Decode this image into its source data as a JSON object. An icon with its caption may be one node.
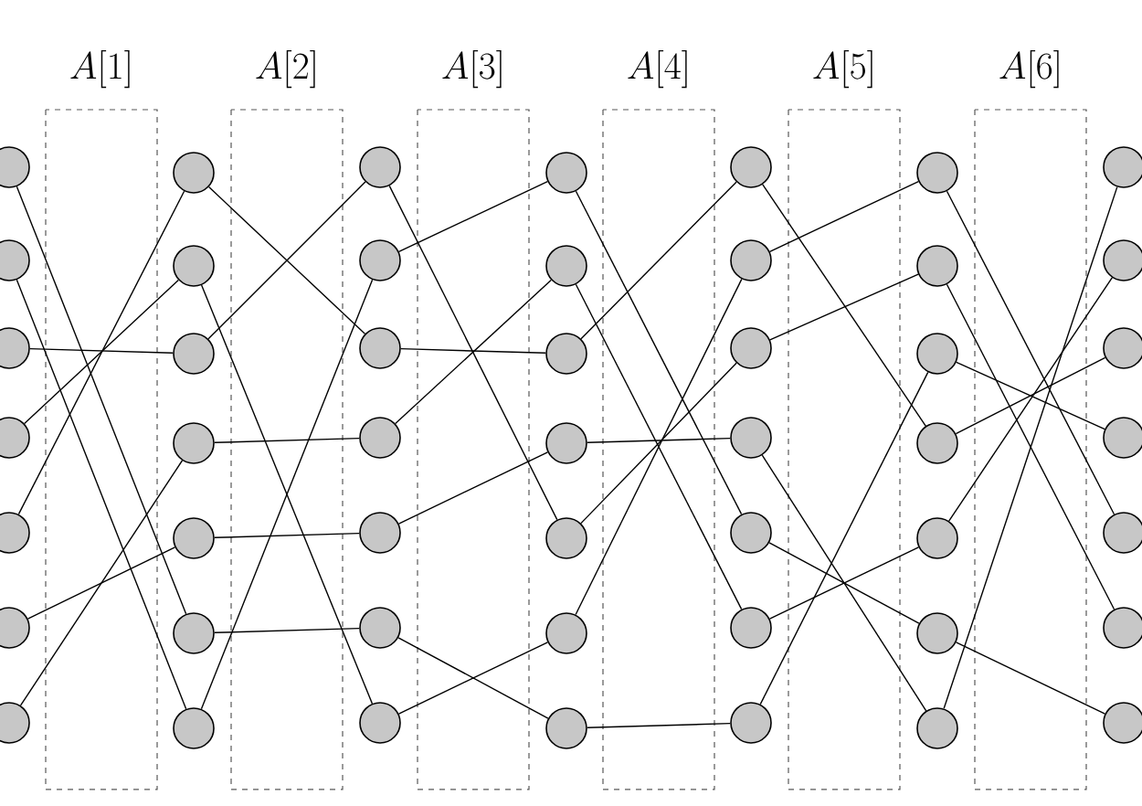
{
  "diagram": {
    "nodes": [
      {
        "text": [],
        "shape": "circle"
      },
      {
        "text": [],
        "shape": "circle"
      },
      {
        "text": [],
        "shape": "circle"
      },
      {
        "text": [],
        "shape": "circle"
      },
      {
        "text": [],
        "shape": "circle"
      },
      {
        "text": [],
        "shape": "circle"
      },
      {
        "text": [],
        "shape": "circle"
      },
      {
        "text": [],
        "shape": "circle"
      },
      {
        "text": [],
        "shape": "circle"
      },
      {
        "text": [],
        "shape": "circle"
      },
      {
        "text": [],
        "shape": "circle"
      },
      {
        "text": [],
        "shape": "circle"
      },
      {
        "text": [],
        "shape": "circle"
      },
      {
        "text": [],
        "shape": "circle"
      },
      {
        "text": [],
        "shape": "circle"
      },
      {
        "text": [],
        "shape": "circle"
      },
      {
        "text": [],
        "shape": "circle"
      },
      {
        "text": [],
        "shape": "circle"
      },
      {
        "text": [],
        "shape": "circle"
      },
      {
        "text": [],
        "shape": "circle"
      },
      {
        "text": [],
        "shape": "circle"
      },
      {
        "text": [],
        "shape": "circle"
      },
      {
        "text": [],
        "shape": "circle"
      },
      {
        "text": [],
        "shape": "circle"
      },
      {
        "text": [],
        "shape": "circle"
      },
      {
        "text": [],
        "shape": "circle"
      },
      {
        "text": [],
        "shape": "circle"
      },
      {
        "text": [],
        "shape": "circle"
      },
      {
        "text": [],
        "shape": "circle"
      },
      {
        "text": [],
        "shape": "circle"
      },
      {
        "text": [],
        "shape": "circle"
      },
      {
        "text": [],
        "shape": "circle"
      },
      {
        "text": [],
        "shape": "circle"
      },
      {
        "text": [],
        "shape": "circle"
      },
      {
        "text": [],
        "shape": "circle"
      },
      {
        "text": [],
        "shape": "circle"
      },
      {
        "text": [],
        "shape": "circle"
      },
      {
        "text": [],
        "shape": "circle"
      },
      {
        "text": [],
        "shape": "circle"
      },
      {
        "text": [],
        "shape": "circle"
      },
      {
        "text": [],
        "shape": "circle"
      },
      {
        "text": [],
        "shape": "circle"
      },
      {
        "text": [],
        "shape": "circle"
      },
      {
        "text": [],
        "shape": "circle"
      },
      {
        "text": [],
        "shape": "circle"
      },
      {
        "text": [],
        "shape": "circle"
      },
      {
        "text": [],
        "shape": "circle"
      },
      {
        "text": [],
        "shape": "circle"
      },
      {
        "text": [],
        "shape": "circle"
      }
    ],
    "edges": [
      {
        "from": 0,
        "to": 12,
        "arrow": "none"
      },
      {
        "from": 1,
        "to": 13,
        "arrow": "none"
      },
      {
        "from": 2,
        "to": 9,
        "arrow": "none"
      },
      {
        "from": 3,
        "to": 8,
        "arrow": "none"
      },
      {
        "from": 4,
        "to": 7,
        "arrow": "none"
      },
      {
        "from": 5,
        "to": 11,
        "arrow": "none"
      },
      {
        "from": 6,
        "to": 10,
        "arrow": "none"
      },
      {
        "from": 7,
        "to": 16,
        "arrow": "none"
      },
      {
        "from": 8,
        "to": 20,
        "arrow": "none"
      },
      {
        "from": 9,
        "to": 14,
        "arrow": "none"
      },
      {
        "from": 10,
        "to": 17,
        "arrow": "none"
      },
      {
        "from": 11,
        "to": 18,
        "arrow": "none"
      },
      {
        "from": 12,
        "to": 19,
        "arrow": "none"
      },
      {
        "from": 13,
        "to": 15,
        "arrow": "none"
      },
      {
        "from": 14,
        "to": 25,
        "arrow": "none"
      },
      {
        "from": 15,
        "to": 21,
        "arrow": "none"
      },
      {
        "from": 16,
        "to": 23,
        "arrow": "none"
      },
      {
        "from": 17,
        "to": 22,
        "arrow": "none"
      },
      {
        "from": 18,
        "to": 24,
        "arrow": "none"
      },
      {
        "from": 19,
        "to": 27,
        "arrow": "none"
      },
      {
        "from": 20,
        "to": 26,
        "arrow": "none"
      },
      {
        "from": 21,
        "to": 32,
        "arrow": "none"
      },
      {
        "from": 22,
        "to": 33,
        "arrow": "none"
      },
      {
        "from": 23,
        "to": 28,
        "arrow": "none"
      },
      {
        "from": 24,
        "to": 31,
        "arrow": "none"
      },
      {
        "from": 25,
        "to": 30,
        "arrow": "none"
      },
      {
        "from": 26,
        "to": 29,
        "arrow": "none"
      },
      {
        "from": 27,
        "to": 34,
        "arrow": "none"
      },
      {
        "from": 28,
        "to": 38,
        "arrow": "none"
      },
      {
        "from": 29,
        "to": 35,
        "arrow": "none"
      },
      {
        "from": 30,
        "to": 36,
        "arrow": "none"
      },
      {
        "from": 31,
        "to": 41,
        "arrow": "none"
      },
      {
        "from": 32,
        "to": 40,
        "arrow": "none"
      },
      {
        "from": 33,
        "to": 39,
        "arrow": "none"
      },
      {
        "from": 34,
        "to": 37,
        "arrow": "none"
      },
      {
        "from": 35,
        "to": 46,
        "arrow": "none"
      },
      {
        "from": 36,
        "to": 47,
        "arrow": "none"
      },
      {
        "from": 37,
        "to": 45,
        "arrow": "none"
      },
      {
        "from": 38,
        "to": 44,
        "arrow": "none"
      },
      {
        "from": 39,
        "to": 43,
        "arrow": "none"
      },
      {
        "from": 40,
        "to": 48,
        "arrow": "none"
      },
      {
        "from": 41,
        "to": 42,
        "arrow": "none"
      }
    ],
    "labels": [
      "A[1]",
      "A[2]",
      "A[3]",
      "A[4]",
      "A[5]",
      "A[6]"
    ]
  }
}
